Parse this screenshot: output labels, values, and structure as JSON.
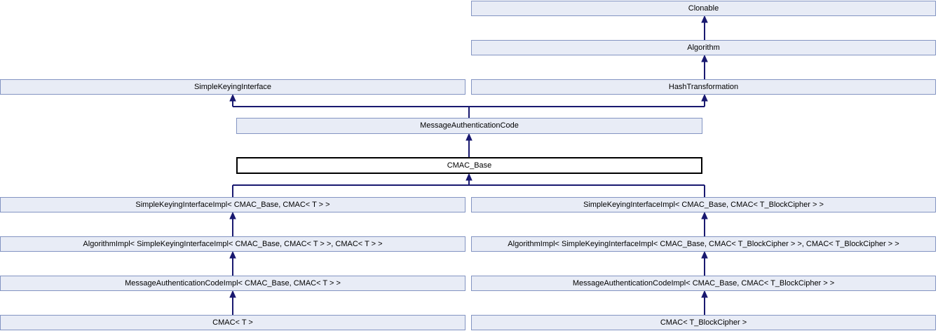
{
  "diagram": {
    "type": "class-inheritance-graph",
    "colors": {
      "node_fill": "#e8ecf6",
      "node_border": "#8394c2",
      "highlight_node_fill": "#ffffff",
      "highlight_node_border": "#000000",
      "arrow": "#191970",
      "text": "#000000",
      "background": "#ffffff"
    }
  },
  "nodes": {
    "clonable": {
      "label": "Clonable"
    },
    "algorithm": {
      "label": "Algorithm"
    },
    "simple_keying_interface": {
      "label": "SimpleKeyingInterface"
    },
    "hash_transformation": {
      "label": "HashTransformation"
    },
    "message_authentication_code": {
      "label": "MessageAuthenticationCode"
    },
    "cmac_base": {
      "label": "CMAC_Base",
      "highlighted": true
    },
    "ski_impl_t": {
      "label": "SimpleKeyingInterfaceImpl< CMAC_Base, CMAC< T > >"
    },
    "ski_impl_bc": {
      "label": "SimpleKeyingInterfaceImpl< CMAC_Base, CMAC< T_BlockCipher > >"
    },
    "algo_impl_t": {
      "label": "AlgorithmImpl< SimpleKeyingInterfaceImpl< CMAC_Base, CMAC< T > >, CMAC< T > >"
    },
    "algo_impl_bc": {
      "label": "AlgorithmImpl< SimpleKeyingInterfaceImpl< CMAC_Base, CMAC< T_BlockCipher > >, CMAC< T_BlockCipher > >"
    },
    "mac_impl_t": {
      "label": "MessageAuthenticationCodeImpl< CMAC_Base, CMAC< T > >"
    },
    "mac_impl_bc": {
      "label": "MessageAuthenticationCodeImpl< CMAC_Base, CMAC< T_BlockCipher > >"
    },
    "cmac_t": {
      "label": "CMAC< T >"
    },
    "cmac_bc": {
      "label": "CMAC< T_BlockCipher >"
    }
  },
  "edges": [
    {
      "from": "algorithm",
      "to": "clonable"
    },
    {
      "from": "hash_transformation",
      "to": "algorithm"
    },
    {
      "from": "message_authentication_code",
      "to": "simple_keying_interface"
    },
    {
      "from": "message_authentication_code",
      "to": "hash_transformation"
    },
    {
      "from": "cmac_base",
      "to": "message_authentication_code"
    },
    {
      "from": "ski_impl_t",
      "to": "cmac_base"
    },
    {
      "from": "ski_impl_bc",
      "to": "cmac_base"
    },
    {
      "from": "algo_impl_t",
      "to": "ski_impl_t"
    },
    {
      "from": "algo_impl_bc",
      "to": "ski_impl_bc"
    },
    {
      "from": "mac_impl_t",
      "to": "algo_impl_t"
    },
    {
      "from": "mac_impl_bc",
      "to": "algo_impl_bc"
    },
    {
      "from": "cmac_t",
      "to": "mac_impl_t"
    },
    {
      "from": "cmac_bc",
      "to": "mac_impl_bc"
    }
  ]
}
